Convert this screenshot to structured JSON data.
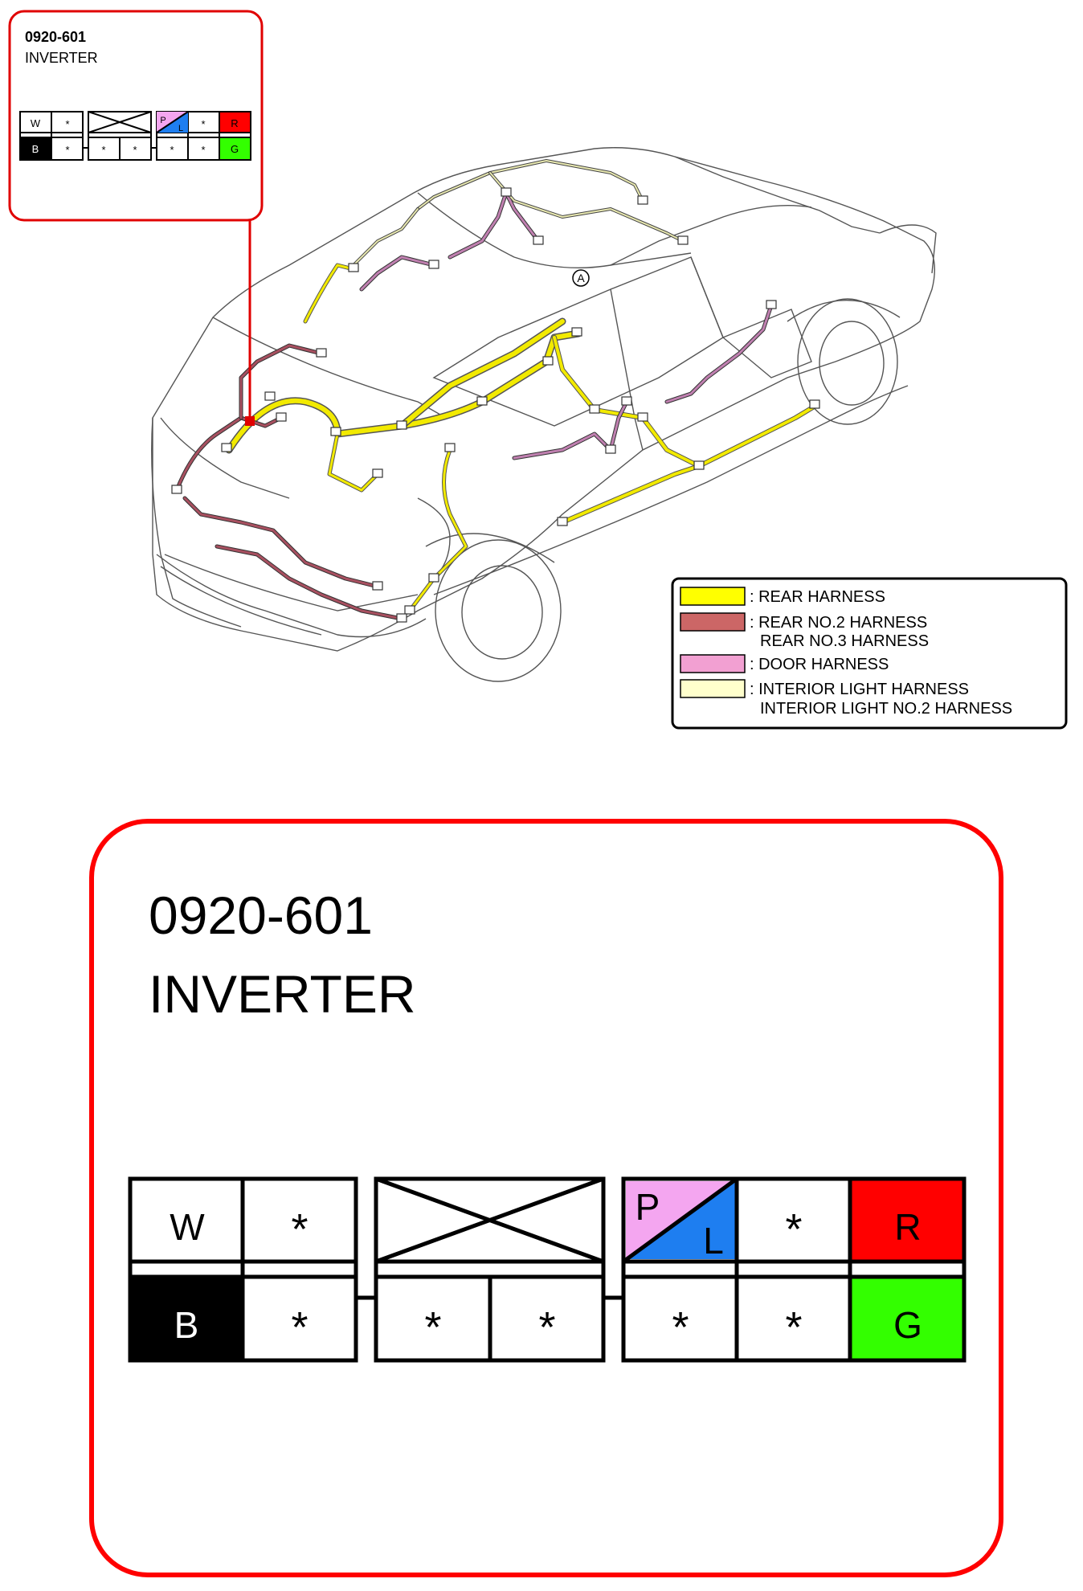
{
  "connector": {
    "code": "0920-601",
    "name": "INVERTER",
    "upper_row": [
      "W",
      "*",
      "",
      "P/L",
      "*",
      "R"
    ],
    "lower_row": [
      "B",
      "*",
      "*",
      "*",
      "*",
      "*",
      "G"
    ],
    "cells": {
      "u1": "W",
      "u2": "*",
      "u4_top": "P",
      "u4_bottom": "L",
      "u5": "*",
      "u6": "R",
      "l1": "B",
      "l2": "*",
      "l3": "*",
      "l4": "*",
      "l5": "*",
      "l6": "*",
      "l7": "G"
    },
    "colors": {
      "W": "#ffffff",
      "B": "#000000",
      "P": "#f4a6f0",
      "L": "#1e7ef0",
      "R": "#ff0000",
      "G": "#33ff00"
    }
  },
  "callout_label": "A",
  "legend": {
    "items": [
      {
        "lines": [
          ": REAR HARNESS"
        ],
        "color": "#ffff00"
      },
      {
        "lines": [
          ": REAR NO.2 HARNESS",
          "REAR NO.3 HARNESS"
        ],
        "color": "#cc6666"
      },
      {
        "lines": [
          ": DOOR HARNESS"
        ],
        "color": "#f2a0d2"
      },
      {
        "lines": [
          ": INTERIOR LIGHT HARNESS",
          "INTERIOR LIGHT NO.2 HARNESS"
        ],
        "color": "#ffffcc"
      }
    ]
  },
  "harness_colors": {
    "rear": "#f2ea00",
    "rear_no2": "#a85060",
    "door": "#c080b0",
    "interior_light": "#d8d8a0"
  }
}
